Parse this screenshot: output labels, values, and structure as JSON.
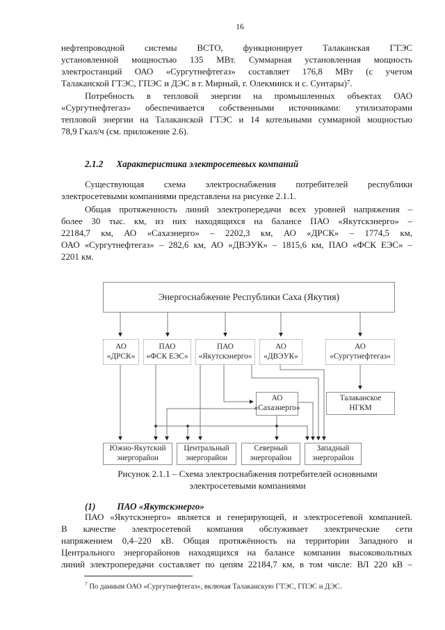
{
  "page_number": "16",
  "body": {
    "p1": {
      "indent": false,
      "justify_all": false,
      "lines": [
        "нефтепроводной системы ВСТО, функционирует Талаканская ГТЭС",
        "установленной мощностью 135 МВт. Суммарная установленная мощность",
        "электростанций ОАО «Сургутнефтегаз» составляет 176,8 МВт (с учетом",
        "Талаканской ГТЭС, ГПЭС и ДЭС в г. Мирный, г. Олекминск и с. Сунтары)⁷."
      ]
    },
    "p2": {
      "indent": true,
      "justify_all": false,
      "lines": [
        "Потребность в тепловой энергии на промышленных объектах ОАО",
        "«Сургутнефтегаз» обеспечивается собственными источниками: утилизаторами",
        "тепловой энергии на Талаканской ГТЭС и 14 котельными суммарной мощностью",
        "78,9 Гкал/ч (см. приложение 2.6)."
      ]
    },
    "p3": {
      "indent": true,
      "justify_all": false,
      "lines": [
        "Существующая схема электроснабжения потребителей республики",
        "электросетевыми компаниями представлена на рисунке 2.1.1."
      ]
    },
    "p4": {
      "indent": true,
      "justify_all": false,
      "lines": [
        "Общая протяженность линий электропередачи всех уровней напряжения –",
        "более 30 тыс. км, из них находящихся на балансе ПАО «Якутскэнерго» –",
        "22184,7 км, АО «Сахаэнерго» – 2202,3 км, АО «ДРСК» – 1774,5 км,",
        "ОАО «Сургутнефтегаз» – 282,6 км, АО «ДВЭУК» – 1815,6 км, ПАО «ФСК ЕЭС» –",
        "2201 км."
      ]
    },
    "p5": {
      "indent": true,
      "justify_all": true,
      "lines": [
        "ПАО «Якутскэнерго» является и генерирующей, и электросетевой компанией.",
        "В качестве электросетевой компания обслуживает электрические сети",
        "напряжением 0,4–220 кВ. Общая протяжённость на территории Западного и",
        "Центрального энергорайонов находящихся на балансе компании высоковольтных",
        "линий электропередачи составляет по цепям 22184,7 км, в том числе: ВЛ 220 кВ –"
      ]
    }
  },
  "heading": {
    "number": "2.1.2",
    "title": "Характеристика электросетевых компаний"
  },
  "subheading": {
    "number": "(1)",
    "title": "ПАО «Якутскэнерго»"
  },
  "figure": {
    "caption_line1": "Рисунок 2.1.1 – Схема электроснабжения потребителей основными",
    "caption_line2": "электросетевыми компаниями",
    "boxes": {
      "root": "Энергоснабжение Республики Саха (Якутия)",
      "drsk": "АО\n«ДРСК»",
      "fsk": "ПАО\n«ФСК ЕЭС»",
      "yakutsk": "ПАО\n«Якутскэнерго»",
      "dveuk": "АО\n«ДВЭУК»",
      "surgut": "АО\n«Сургутнефтегаз»",
      "sakha": "АО\n«Сахаэнерго»",
      "ngkm": "Талаканское\nНГКМ",
      "south": "Южно-Якутский\nэнергорайон",
      "central": "Центральный\nэнергорайон",
      "north": "Северный\nэнергорайон",
      "west": "Западный\nэнергорайон"
    }
  },
  "footnote": {
    "marker": "7",
    "text": "По данным ОАО «Сургутнефтегаз», включая Талаканскую ГТЭС, ГПЭС и ДЭС."
  }
}
